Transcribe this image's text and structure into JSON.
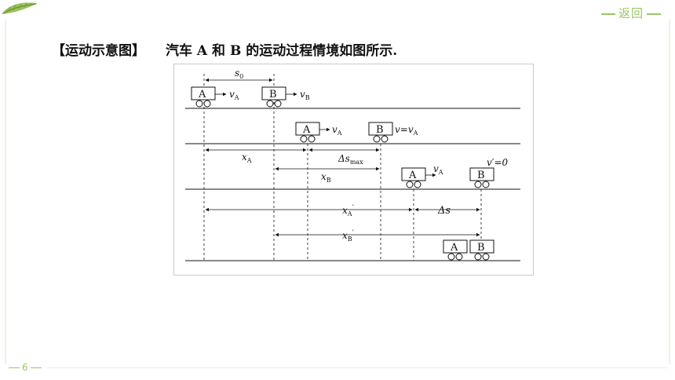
{
  "nav": {
    "back_label": "返回",
    "page_number": "6"
  },
  "heading": {
    "tag": "【运动示意图】",
    "description": "汽车 A 和 B 的运动过程情境如图所示."
  },
  "diagram": {
    "car_a": "A",
    "car_b": "B",
    "initial_gap": "s",
    "initial_gap_sub": "0",
    "v_a": "v",
    "v_a_sub": "A",
    "v_b": "v",
    "v_b_sub": "B",
    "equal_speed": "v=v",
    "equal_speed_sub": "A",
    "x_a": "x",
    "x_a_sub": "A",
    "x_b": "x",
    "x_b_sub": "B",
    "max_gap": "Δs",
    "max_gap_sub": "max",
    "final_speed": "v′=0",
    "x_a_prime": "x",
    "x_a_prime_sub": "A",
    "x_b_prime": "x",
    "x_b_prime_sub": "B",
    "prime": "′",
    "delta_s": "Δs"
  }
}
